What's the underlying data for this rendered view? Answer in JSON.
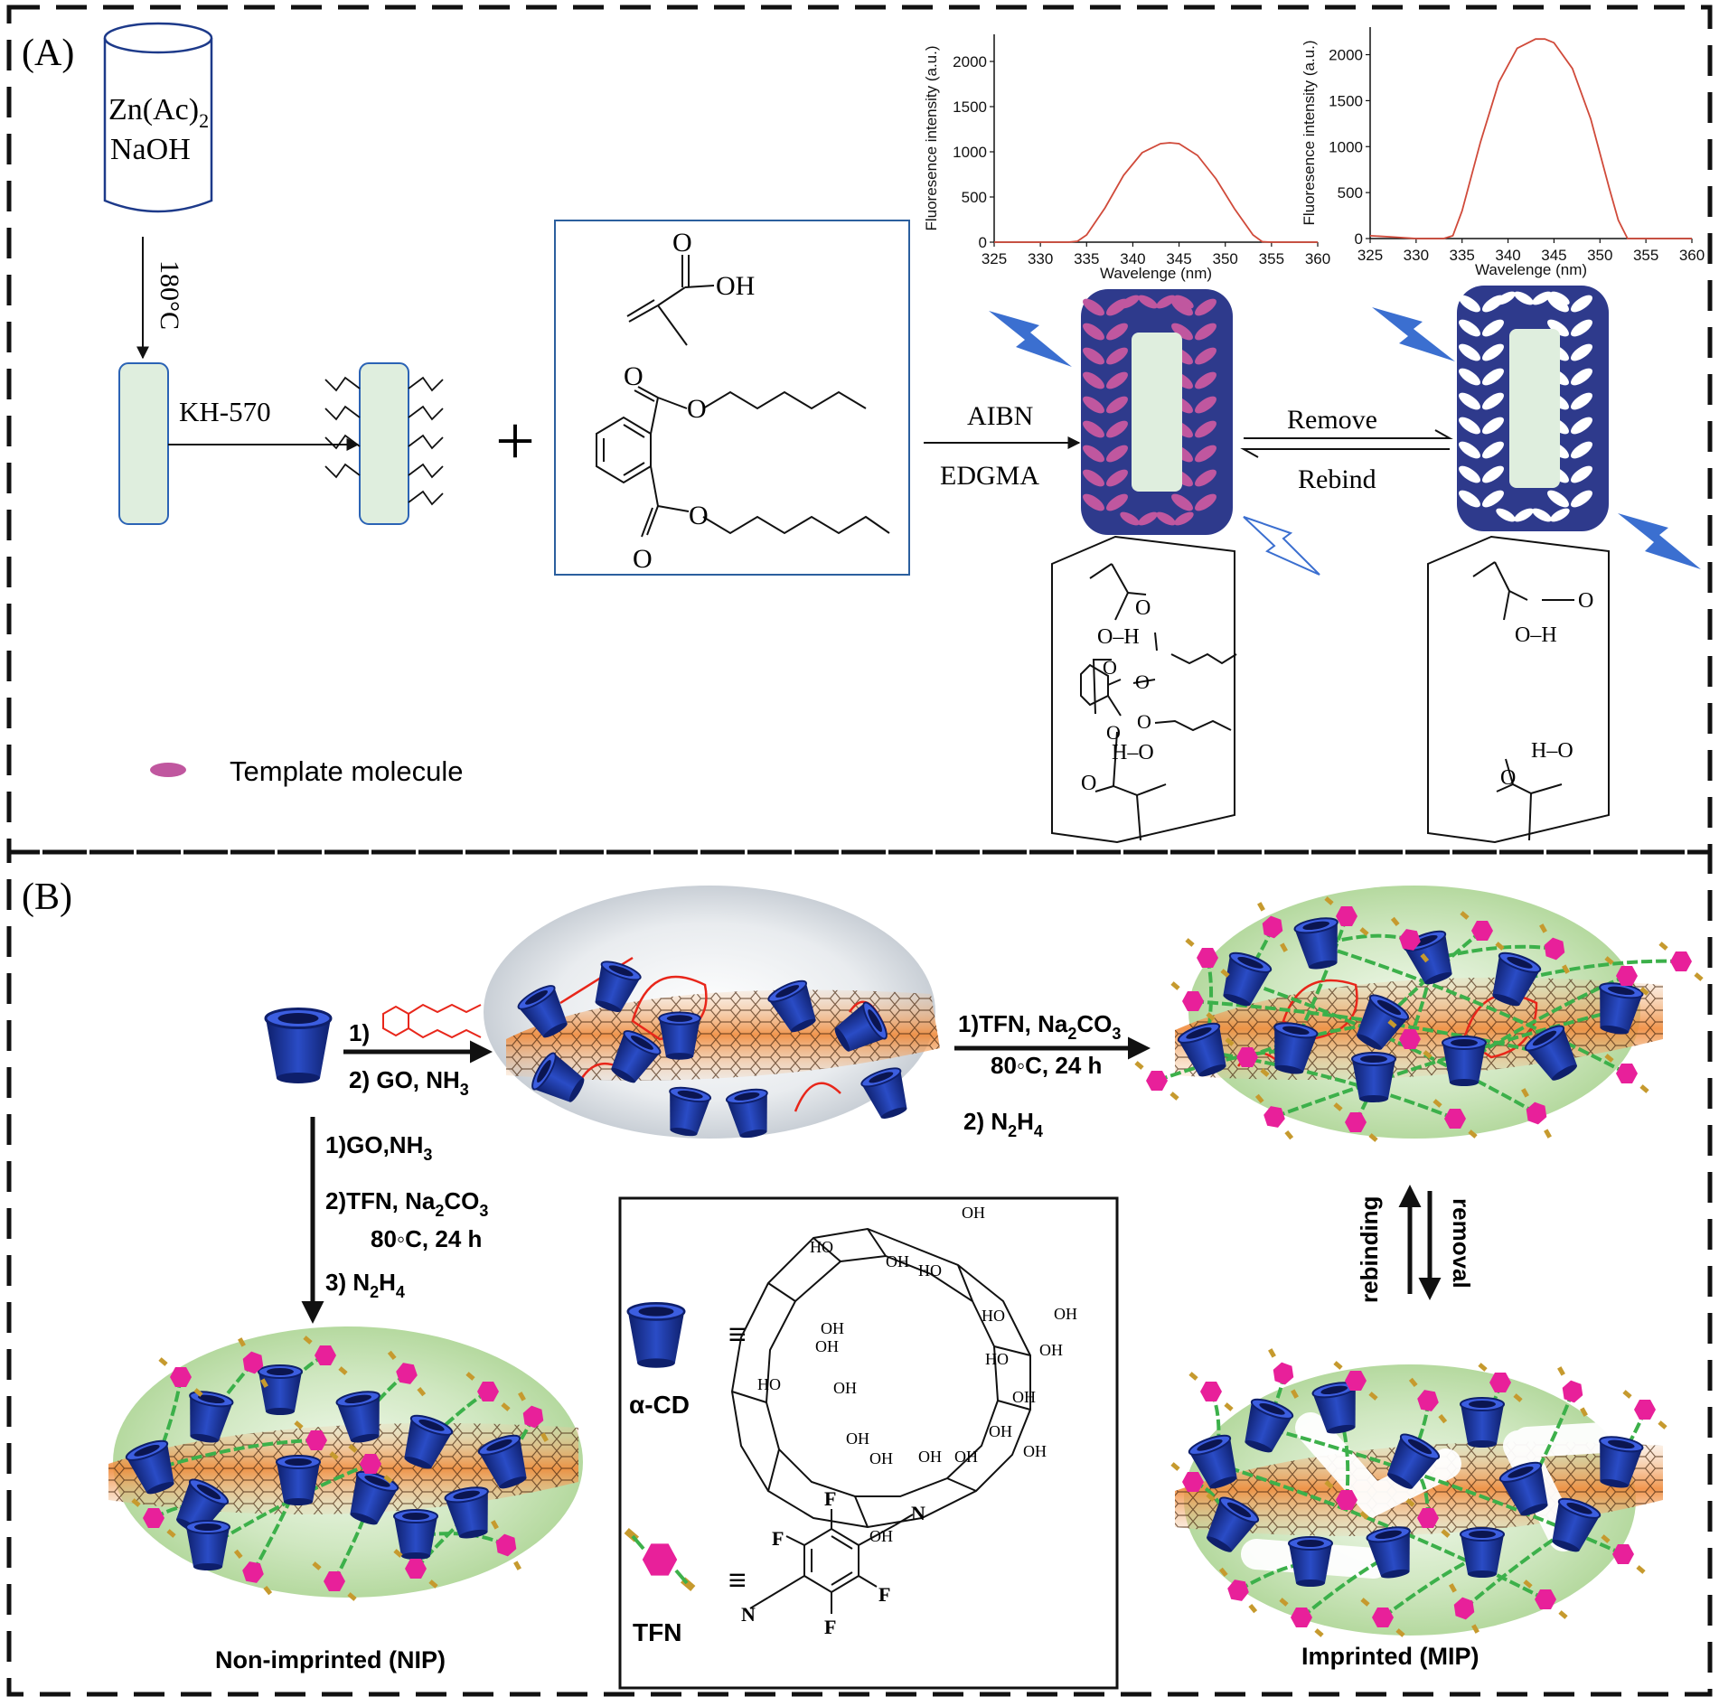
{
  "colors": {
    "frame": "#111111",
    "nanorod": "#dfeede",
    "shell_blue": "#2e3a8c",
    "template_pink": "#c0579f",
    "bolt_blue": "#3b6fd0",
    "spectrum_red": "#d04a3a",
    "chem_red": "#e8261a",
    "green_halo": "#cfe7c0",
    "tfn_pink": "#e8209a",
    "linker_green": "#3cb04a",
    "cd_blue": "#17318f"
  },
  "panel_a": {
    "label": "(A)",
    "beaker_line1": "Zn(Ac)",
    "beaker_line1_sub": "2",
    "beaker_line2": "NaOH",
    "temp": "180°C",
    "kh570": "KH-570",
    "plus": "+",
    "reagent_oh": "OH",
    "reagent_o1": "O",
    "reagent_o2": "O",
    "reagent_o3": "O",
    "reagent_o4": "O",
    "reagent_o5": "O",
    "aibn": "AIBN",
    "edgma": "EDGMA",
    "remove": "Remove",
    "rebind": "Rebind",
    "legend": "Template molecule",
    "chem_left": {
      "o_top": "O",
      "oh": "O–H",
      "o_ester1": "O",
      "o_ester2": "O",
      "o_ester3": "O",
      "o_ester4": "O",
      "ho": "H–O",
      "o_bottom": "O"
    },
    "chem_right": {
      "o_top": "O",
      "oh": "O–H",
      "ho": "H–O",
      "o_bottom": "O"
    }
  },
  "chart_data": [
    {
      "type": "line",
      "xlabel": "Wavelenge (nm)",
      "ylabel": "Fluoresence intensity (a.u.)",
      "xlim": [
        325,
        360
      ],
      "ylim": [
        0,
        2300
      ],
      "xticks": [
        325,
        330,
        335,
        340,
        345,
        350,
        355,
        360
      ],
      "yticks": [
        0,
        500,
        1000,
        1500,
        2000
      ],
      "x": [
        325,
        330,
        333,
        334,
        335,
        337,
        339,
        341,
        343,
        344,
        345,
        347,
        349,
        351,
        353,
        354,
        355,
        360
      ],
      "y": [
        0,
        0,
        0,
        10,
        80,
        380,
        740,
        990,
        1090,
        1100,
        1090,
        960,
        700,
        370,
        80,
        5,
        0,
        0
      ]
    },
    {
      "type": "line",
      "xlabel": "Wavelenge (nm)",
      "ylabel": "Fluoresence intensity (a.u.)",
      "xlim": [
        325,
        360
      ],
      "ylim": [
        0,
        2300
      ],
      "xticks": [
        325,
        330,
        335,
        340,
        345,
        350,
        355,
        360
      ],
      "yticks": [
        0,
        500,
        1000,
        1500,
        2000
      ],
      "x": [
        325,
        327,
        330,
        333,
        334,
        335,
        337,
        339,
        341,
        343,
        344,
        345,
        347,
        349,
        351,
        352,
        353,
        360
      ],
      "y": [
        30,
        20,
        0,
        0,
        30,
        300,
        1050,
        1700,
        2070,
        2170,
        2170,
        2130,
        1850,
        1300,
        550,
        200,
        0,
        0
      ]
    }
  ],
  "panel_b": {
    "label": "(B)",
    "step_top_1": "1)",
    "step_top_2": "2) GO, NH",
    "step_top_2_sub": "3",
    "step_right_1": "1)TFN, Na",
    "step_right_1_sub": "2",
    "step_right_1_tail": "CO",
    "step_right_1_sub2": "3",
    "step_right_temp": "80◦C, 24 h",
    "step_right_2": "2) N",
    "step_right_2_sub": "2",
    "step_right_2_tail": "H",
    "step_right_2_sub2": "4",
    "step_down_1": "1)GO,NH",
    "step_down_1_sub": "3",
    "step_down_2": "2)TFN, Na",
    "step_down_2_sub": "2",
    "step_down_2_tail": "CO",
    "step_down_2_sub2": "3",
    "step_down_temp": "80◦C, 24 h",
    "step_down_3": "3) N",
    "step_down_3_sub": "2",
    "step_down_3_tail": "H",
    "step_down_3_sub2": "4",
    "rebinding": "rebinding",
    "removal": "removal",
    "nip_label": "Non-imprinted (NIP)",
    "mip_label": "Imprinted (MIP)",
    "legend_cd": "α-CD",
    "legend_tfn": "TFN",
    "equiv": "≡",
    "tfn_f": "F",
    "tfn_n": "N",
    "cd_oh": "OH",
    "cd_ho": "HO"
  }
}
